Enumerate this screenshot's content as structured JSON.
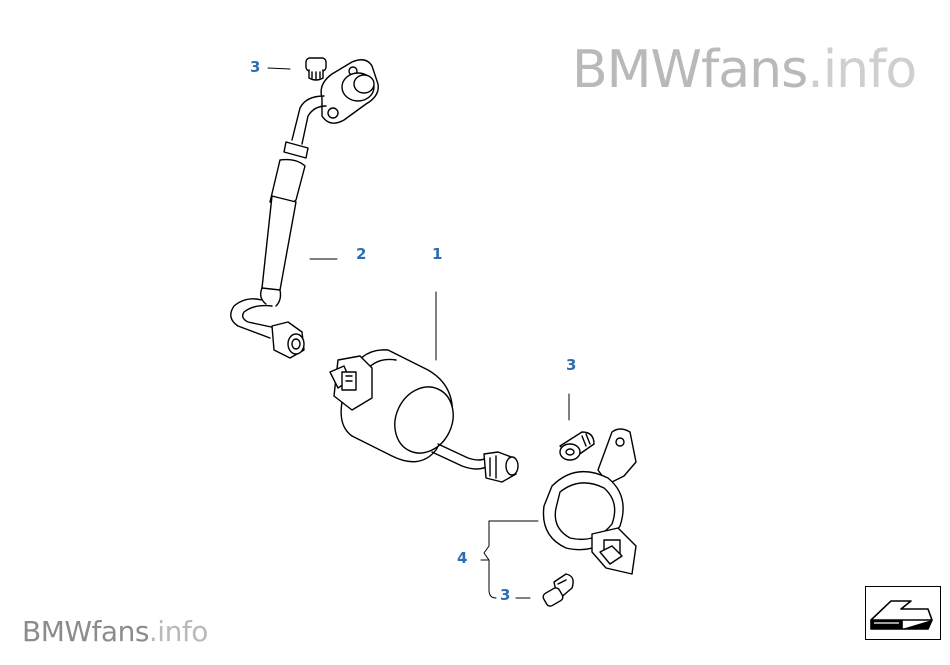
{
  "watermark": {
    "brand": "BMWfans",
    "domain": ".info"
  },
  "callouts": [
    {
      "id": "c3a",
      "label": "3"
    },
    {
      "id": "c2",
      "label": "2"
    },
    {
      "id": "c1",
      "label": "1"
    },
    {
      "id": "c3b",
      "label": "3"
    },
    {
      "id": "c4",
      "label": "4"
    },
    {
      "id": "c3c",
      "label": "3"
    }
  ],
  "nav": {
    "icon": "arrow-return-icon"
  },
  "colors": {
    "callout": "#2f6db3",
    "watermark": "#b9b9b9",
    "line": "#000000"
  }
}
